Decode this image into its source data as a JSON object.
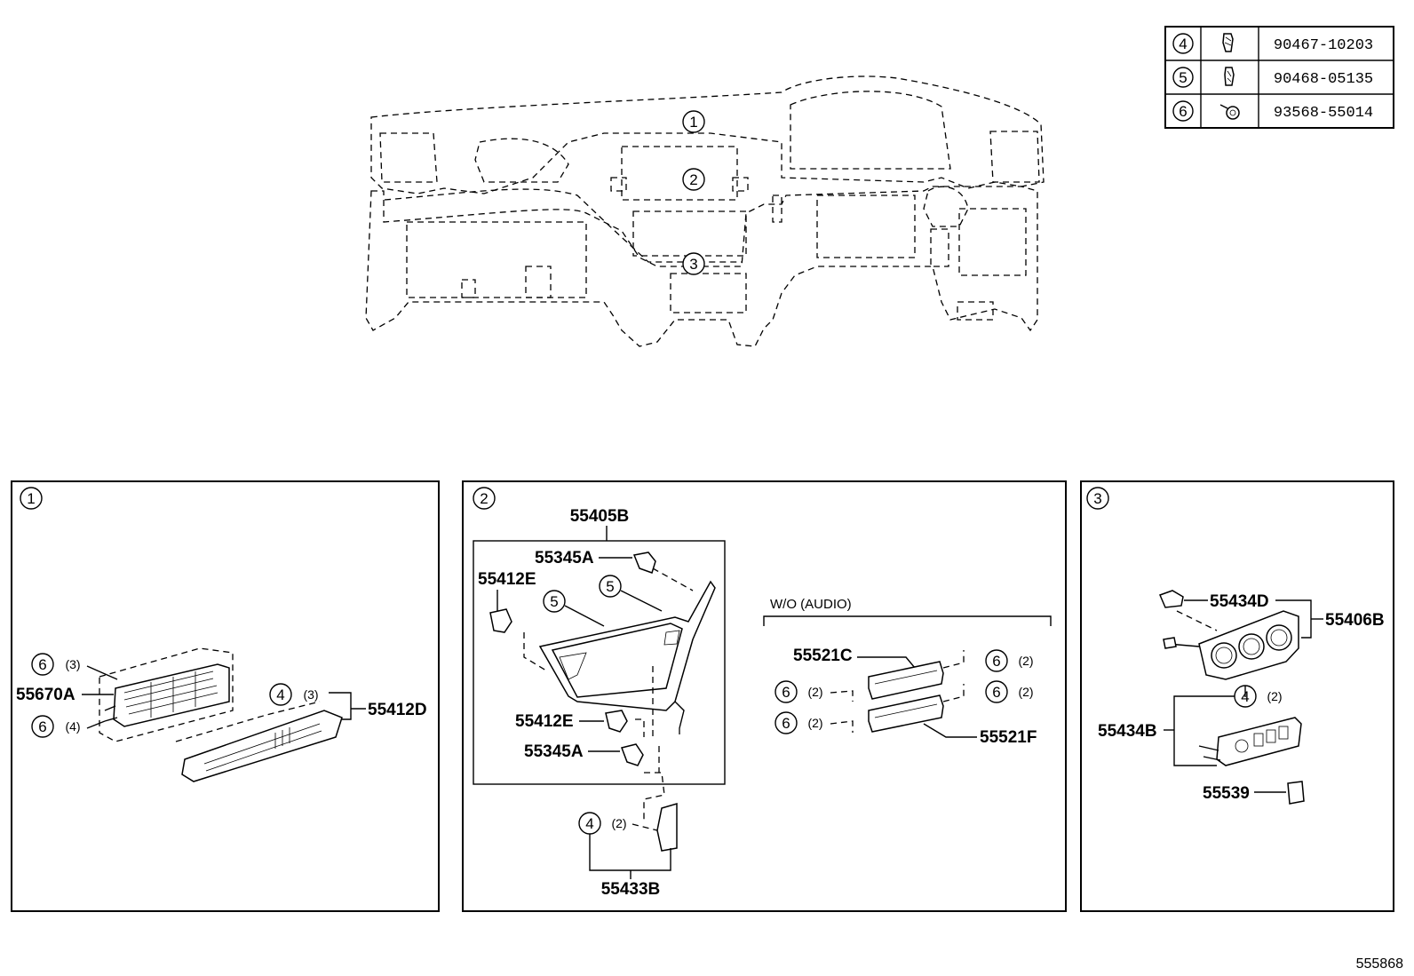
{
  "fastener_table": [
    {
      "ref": "4",
      "part": "90467-10203",
      "icon": "clip-icon"
    },
    {
      "ref": "5",
      "part": "90468-05135",
      "icon": "clip-icon"
    },
    {
      "ref": "6",
      "part": "93568-55014",
      "icon": "screw-icon"
    }
  ],
  "overview": {
    "callouts": [
      "1",
      "2",
      "3"
    ]
  },
  "panel1": {
    "ref": "1",
    "labels": {
      "p55670A": "55670A",
      "p55412D": "55412D"
    },
    "qty": {
      "q6a": "(3)",
      "q6b": "(4)",
      "q4": "(3)"
    },
    "circle_refs": {
      "c6a": "6",
      "c6b": "6",
      "c4": "4"
    }
  },
  "panel2": {
    "ref": "2",
    "labels": {
      "p55405B": "55405B",
      "p55345A_top": "55345A",
      "p55412E_top": "55412E",
      "p55412E_bot": "55412E",
      "p55345A_bot": "55345A",
      "p55433B": "55433B",
      "p55521C": "55521C",
      "p55521F": "55521F"
    },
    "note": "W/O (AUDIO)",
    "qty": {
      "q4": "(2)",
      "q6r1": "(2)",
      "q6l2": "(2)",
      "q6r2": "(2)",
      "q6l3": "(2)"
    },
    "circle_refs": {
      "c5a": "5",
      "c5b": "5",
      "c4": "4",
      "c6r1": "6",
      "c6l2": "6",
      "c6r2": "6",
      "c6l3": "6"
    }
  },
  "panel3": {
    "ref": "3",
    "labels": {
      "p55434D": "55434D",
      "p55406B": "55406B",
      "p55434B": "55434B",
      "p55539": "55539"
    },
    "qty": {
      "q4": "(2)"
    },
    "circle_refs": {
      "c4": "4"
    }
  },
  "figure_ref": "555868"
}
